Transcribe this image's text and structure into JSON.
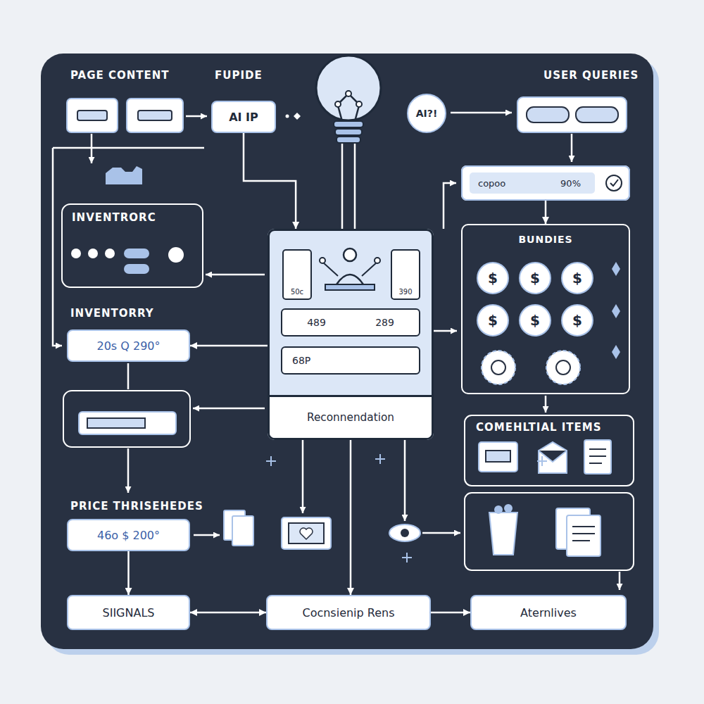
{
  "diagram": {
    "nodes": [
      {
        "text": [
          "AI IP"
        ]
      },
      {
        "text": [
          "AI?!"
        ]
      },
      {
        "text": [
          "copoo",
          "90%"
        ]
      },
      {
        "text": [
          "BUNDIES"
        ]
      },
      {
        "text": [
          "20s Q 290°"
        ]
      },
      {
        "text": [
          "Reconnendation"
        ]
      },
      {
        "text": [
          "50c"
        ],
        "in": 5
      },
      {
        "text": [
          "390"
        ],
        "in": 5
      },
      {
        "text": [
          "489",
          "289"
        ],
        "in": 5
      },
      {
        "text": [
          "68P"
        ],
        "in": 5
      },
      {
        "text": [
          "46o $ 200°"
        ]
      },
      {
        "text": [
          "SIIGNALS"
        ]
      },
      {
        "text": [
          "Cocnsienip Rens"
        ]
      },
      {
        "text": [
          "Aternlives"
        ]
      }
    ],
    "edges": [
      {
        "from": 0,
        "to": 5,
        "arrow": "to"
      },
      {
        "from": 2,
        "to": 3,
        "arrow": "to"
      },
      {
        "from": 5,
        "to": 4,
        "arrow": "to"
      },
      {
        "from": 10,
        "to": 11,
        "arrow": "to"
      },
      {
        "from": 11,
        "to": 12,
        "arrow": "both"
      },
      {
        "from": 12,
        "to": 13,
        "arrow": "to"
      },
      {
        "from": 5,
        "to": 12,
        "arrow": "to"
      }
    ],
    "labels": [
      "PAGE CONTENT",
      "FUPIDE",
      "USER QUERIES",
      "INVENTRORC",
      "INVENTORRY",
      "COMEHLTIAL ITEMS",
      "PRICE THRISEHEDES",
      "$",
      "$",
      "$",
      "$",
      "$",
      "$"
    ]
  }
}
